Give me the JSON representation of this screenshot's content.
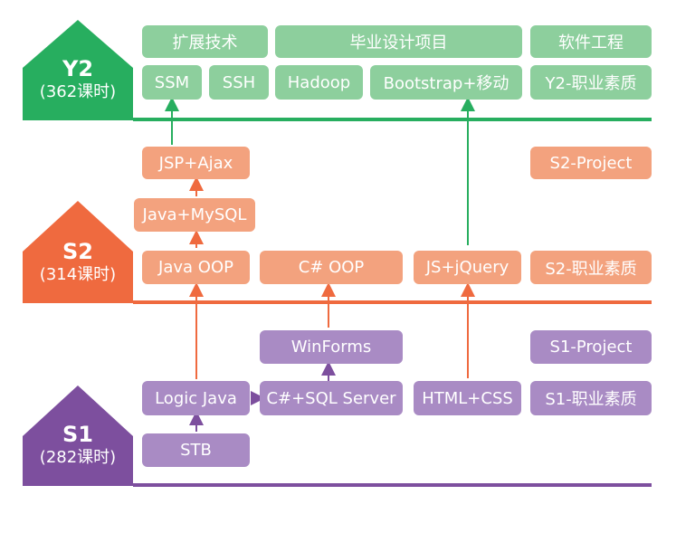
{
  "levels": {
    "y2": {
      "label": "Y2",
      "hours": "(362课时)"
    },
    "s2": {
      "label": "S2",
      "hours": "(314课时)"
    },
    "s1": {
      "label": "S1",
      "hours": "(282课时)"
    }
  },
  "y2": {
    "header_expand": "扩展技术",
    "header_project": "毕业设计项目",
    "header_engineering": "软件工程",
    "ssm": "SSM",
    "ssh": "SSH",
    "hadoop": "Hadoop",
    "bootstrap": "Bootstrap+移动",
    "quality": "Y2-职业素质"
  },
  "s2": {
    "jsp_ajax": "JSP+Ajax",
    "project": "S2-Project",
    "java_mysql": "Java+MySQL",
    "java_oop": "Java OOP",
    "csharp_oop": "C# OOP",
    "js_jquery": "JS+jQuery",
    "quality": "S2-职业素质"
  },
  "s1": {
    "winforms": "WinForms",
    "project": "S1-Project",
    "logic_java": "Logic Java",
    "csharp_sql": "C#+SQL Server",
    "html_css": "HTML+CSS",
    "quality": "S1-职业素质",
    "stb": "STB"
  },
  "colors": {
    "y2": "#27ae5f",
    "s2": "#ef6a3f",
    "s1": "#7d4f9e"
  }
}
